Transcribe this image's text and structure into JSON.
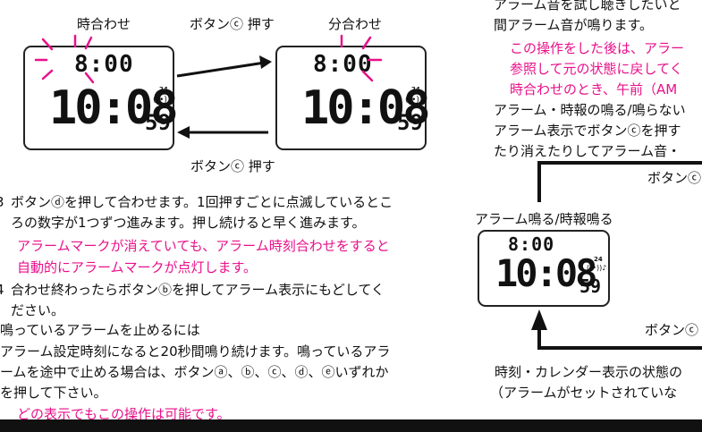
{
  "diagram_top": {
    "label_hour_set": "時合わせ",
    "label_button_c_press_top": "ボタンⓒ 押す",
    "label_minute_set": "分合わせ",
    "label_button_c_press_bottom": "ボタンⓒ 押す",
    "lcd_left": {
      "top_time": "8:00",
      "main_time": "10:08",
      "seconds": "59",
      "tag": "24"
    },
    "lcd_right": {
      "top_time": "8:00",
      "main_time": "10:08",
      "seconds": "59",
      "tag": "24"
    }
  },
  "steps": {
    "step3_marker": "3",
    "step3_line1": "ボタンⓓを押して合わせます。1回押すごとに点滅しているとこ",
    "step3_line2": "ろの数字が1つずつ進みます。押し続けると早く進みます。",
    "step3_note1": "アラームマークが消えていても、アラーム時刻合わせをすると",
    "step3_note2": "自動的にアラームマークが点灯します。",
    "step4_marker": "4",
    "step4_line1": "合わせ終わったらボタンⓑを押してアラーム表示にもどしてく",
    "step4_line2": "ださい。"
  },
  "stop_alarm": {
    "heading": "鳴っているアラームを止めるには",
    "line1": "アラーム設定時刻になると20秒間鳴り続けます。鳴っているアラ",
    "line2": "ームを途中で止める場合は、ボタンⓐ、ⓑ、ⓒ、ⓓ、ⓔいずれか",
    "line3": "を押して下さい。",
    "note": "どの表示でもこの操作は可能です。"
  },
  "right_column": {
    "line1": "アラーム音を試し聴きしたいと",
    "line2": "間アラーム音が鳴ります。",
    "pink1": "この操作をした後は、アラー",
    "pink2": "参照して元の状態に戻してく",
    "pink3": "時合わせのとき、午前（AM",
    "line3": "アラーム・時報の鳴る/鳴らない",
    "line4": "アラーム表示でボタンⓒを押す",
    "line5": "たり消えたりしてアラーム音・"
  },
  "flow": {
    "button_top_label": "ボタンⓒ",
    "alarm_on_label": "アラーム鳴る/時報鳴る",
    "button_bottom_label": "ボタンⓒ",
    "lcd_small": {
      "top_time": "8:00",
      "main_time": "10:08",
      "seconds": "59",
      "tag": "24"
    },
    "caption1": "時刻・カレンダー表示の状態の",
    "caption2": "（アラームがセットされていな"
  },
  "colors": {
    "accent_pink": "#e8108a",
    "text": "#111111"
  }
}
